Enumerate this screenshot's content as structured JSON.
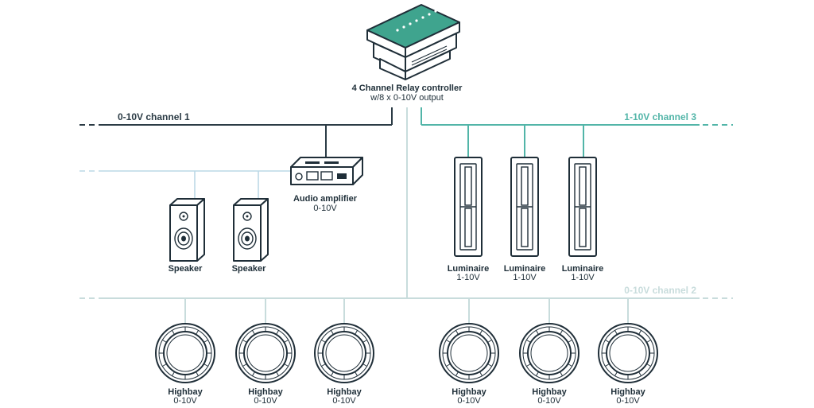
{
  "colors": {
    "dark_line": "#2b3b45",
    "channel3": "#52b5a8",
    "channel2": "#c8dcdc",
    "light_line": "#bcd8e6",
    "device_stroke": "#1f2e38",
    "controller_accent": "#3fa48e"
  },
  "controller": {
    "title": "4 Channel Relay controller",
    "subtitle": "w/8 x 0-10V output",
    "icon": "din-rail-relay-controller-icon"
  },
  "channels": {
    "ch1": "0-10V  channel 1",
    "ch3": "1-10V  channel 3",
    "ch2": "0-10V  channel 2"
  },
  "amplifier": {
    "label": "Audio amplifier",
    "sub": "0-10V",
    "icon": "audio-amplifier-icon"
  },
  "speakers": [
    {
      "label": "Speaker",
      "icon": "speaker-icon"
    },
    {
      "label": "Speaker",
      "icon": "speaker-icon"
    }
  ],
  "luminaires": [
    {
      "label": "Luminaire",
      "sub": "1-10V",
      "icon": "linear-luminaire-icon"
    },
    {
      "label": "Luminaire",
      "sub": "1-10V",
      "icon": "linear-luminaire-icon"
    },
    {
      "label": "Luminaire",
      "sub": "1-10V",
      "icon": "linear-luminaire-icon"
    }
  ],
  "highbays": [
    {
      "label": "Highbay",
      "sub": "0-10V",
      "icon": "highbay-light-icon"
    },
    {
      "label": "Highbay",
      "sub": "0-10V",
      "icon": "highbay-light-icon"
    },
    {
      "label": "Highbay",
      "sub": "0-10V",
      "icon": "highbay-light-icon"
    },
    {
      "label": "Highbay",
      "sub": "0-10V",
      "icon": "highbay-light-icon"
    },
    {
      "label": "Highbay",
      "sub": "0-10V",
      "icon": "highbay-light-icon"
    },
    {
      "label": "Highbay",
      "sub": "0-10V",
      "icon": "highbay-light-icon"
    }
  ]
}
